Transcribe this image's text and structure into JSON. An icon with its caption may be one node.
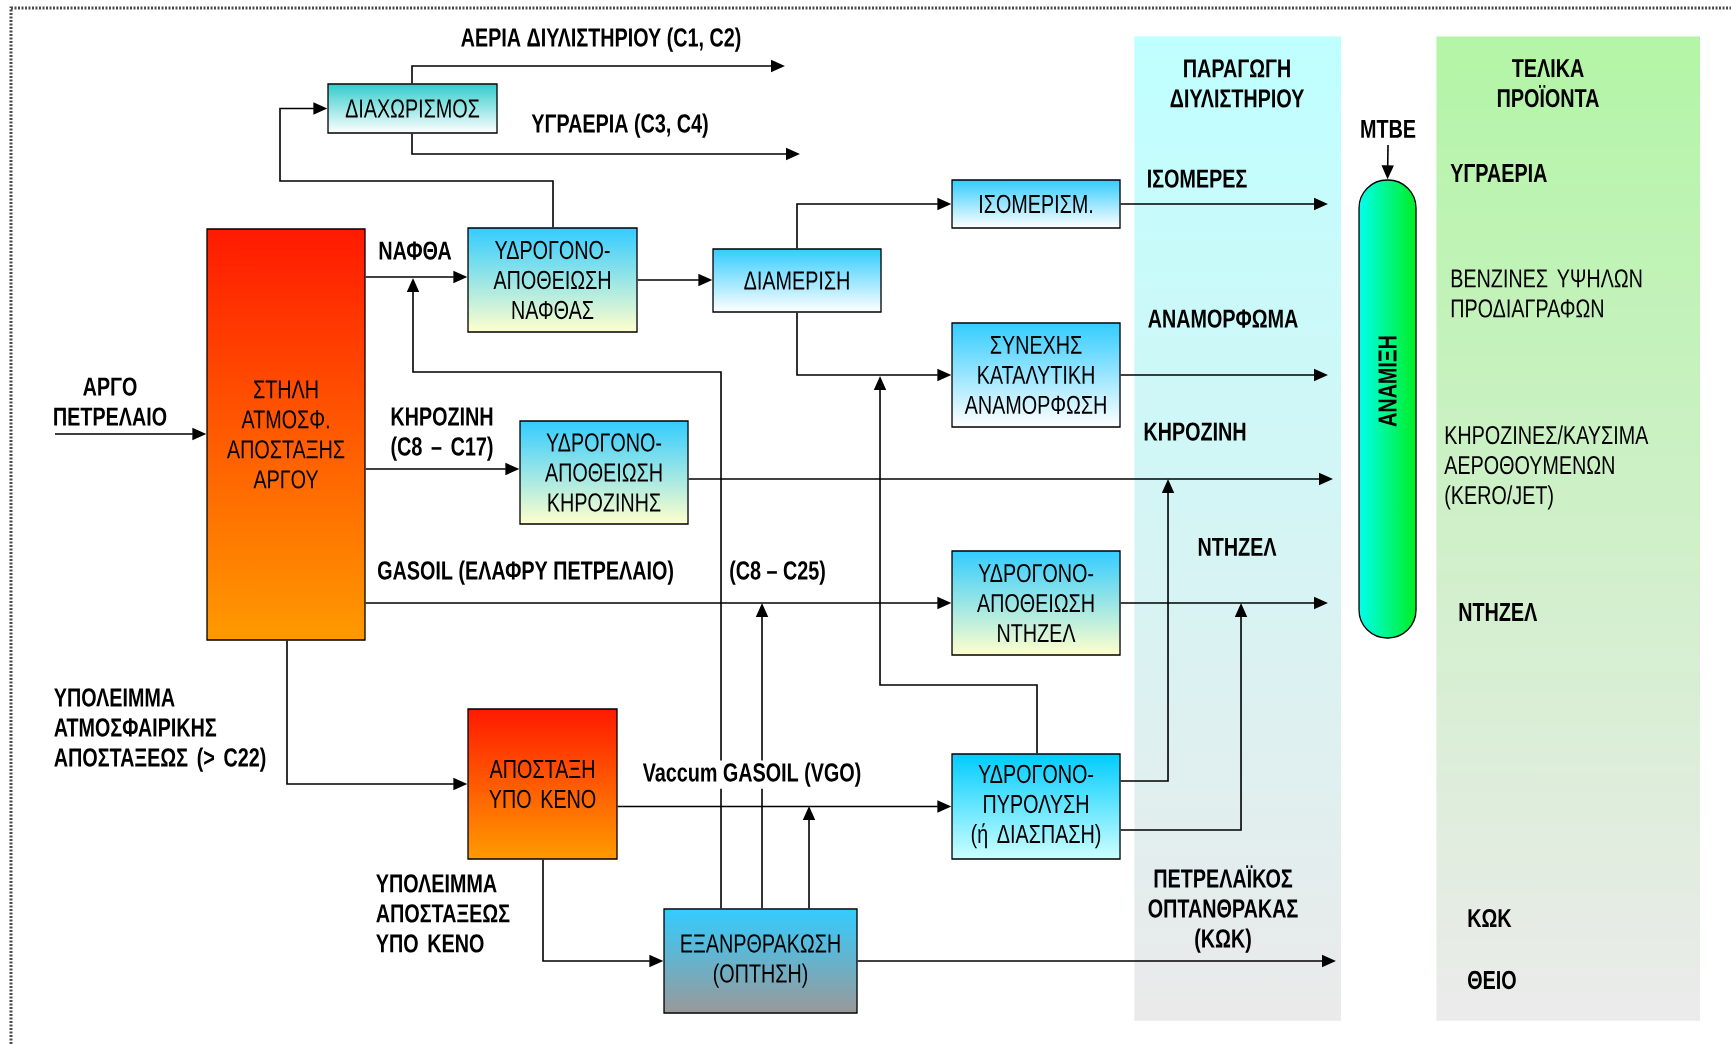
{
  "diagram": {
    "nodes": [
      {
        "text": [
          "ΔΙΑΧΩΡΙΣΜΟΣ"
        ]
      },
      {
        "text": [
          "ΣΤΗΛΗ ΑΤΜΟΣΦ. ΑΠΟΣΤΑΞΗΣ ΑΡΓΟΥ"
        ]
      },
      {
        "text": [
          "ΥΔΡΟΓΟΝΟ-ΑΠΟΘΕΙΩΣΗ ΝΑΦΘΑΣ"
        ]
      },
      {
        "text": [
          "ΔΙΑΜΕΡΙΣΗ"
        ]
      },
      {
        "text": [
          "ΙΣΟΜΕΡΙΣΜ."
        ]
      },
      {
        "text": [
          "ΣΥΝΕΧΗΣ ΚΑΤΑΛΥΤΙΚΗ ΑΝΑΜΟΡΦΩΣΗ"
        ]
      },
      {
        "text": [
          "ΥΔΡΟΓΟΝΟ-ΑΠΟΘΕΙΩΣΗ ΚΗΡΟΖΙΝΗΣ"
        ]
      },
      {
        "text": [
          "ΥΔΡΟΓΟΝΟ-ΑΠΟΘΕΙΩΣΗ ΝΤΗΖΕΛ"
        ]
      },
      {
        "text": [
          "ΑΠΟΣΤΑΞΗ ΥΠΟ ΚΕΝΟ"
        ]
      },
      {
        "text": [
          "ΥΔΡΟΓΟΝΟ-ΠΥΡΟΛΥΣΗ (ή ΔΙΑΣΠΑΣΗ)"
        ]
      },
      {
        "text": [
          "ΕΞΑΝΡΘΡΑΚΩΣΗ (ΟΠΤΗΣΗ)"
        ]
      },
      {
        "text": [
          "ΠΑΡΑΓΩΓΗ ΔΙΥΛΙΣΤΗΡΙΟΥ"
        ]
      },
      {
        "text": [
          "ΑΝΑΜΙΞΗ"
        ]
      },
      {
        "text": [
          "ΤΕΛΙΚΑ ΠΡΟΪΟΝΤΑ",
          "ΥΓΡΑΕΡΙΑ",
          "ΒΕΝΖΙΝΕΣ ΥΨΗΛΩΝ ΠΡΟΔΙΑΓΡΑΦΩΝ",
          "ΚΗΡΟΖΙΝΕΣ/ΚΑΥΣΙΜΑ ΑΕΡΟΘΟΥΜΕΝΩΝ (KERO/JET)",
          "ΝΤΗΖΕΛ",
          "ΚΩΚ",
          "ΘΕΙΟ"
        ]
      }
    ],
    "edges": [
      {
        "from": null,
        "to": 1,
        "arrow": "to",
        "label": "ΑΡΓΟ ΠΕΤΡΕΛΑΙΟ"
      },
      {
        "from": 1,
        "to": 2,
        "arrow": "to",
        "label": "ΝΑΦΘΑ"
      },
      {
        "from": 2,
        "to": 0,
        "arrow": "to"
      },
      {
        "from": 0,
        "to": null,
        "arrow": "to",
        "label": "ΑΕΡΙΑ ΔΙΥΛΙΣΤΗΡΙΟΥ (C1, C2)"
      },
      {
        "from": 0,
        "to": null,
        "arrow": "to",
        "label": "ΥΓΡΑΕΡΙΑ (C3, C4)"
      },
      {
        "from": 2,
        "to": 3,
        "arrow": "to"
      },
      {
        "from": 3,
        "to": 4,
        "arrow": "to"
      },
      {
        "from": 3,
        "to": 5,
        "arrow": "to"
      },
      {
        "from": 4,
        "to": null,
        "arrow": "to",
        "label": "ΙΣΟΜΕΡΕΣ"
      },
      {
        "from": 5,
        "to": null,
        "arrow": "to",
        "label": "ΑΝΑΜΟΡΦΩΜΑ"
      },
      {
        "from": 1,
        "to": 6,
        "arrow": "to",
        "label": "ΚΗΡΟΖΙΝΗ (C8 – C17)"
      },
      {
        "from": 6,
        "to": null,
        "arrow": "to",
        "label": "ΚΗΡΟΖΙΝΗ"
      },
      {
        "from": 1,
        "to": 7,
        "arrow": "to",
        "label": "GASOIL (ΕΛΑΦΡΥ ΠΕΤΡΕΛΑΙΟ)"
      },
      {
        "from": 7,
        "to": null,
        "arrow": "to",
        "label": "ΝΤΗΖΕΛ"
      },
      {
        "from": 1,
        "to": 8,
        "arrow": "to",
        "label": "ΥΠΟΛΕΙΜΜΑ ΑΤΜΟΣΦΑΙΡΙΚΗΣ ΑΠΟΣΤΑΞΕΩΣ (> C22)"
      },
      {
        "from": 8,
        "to": 9,
        "arrow": "to",
        "label": "Vaccum GASOIL (VGO)"
      },
      {
        "from": 8,
        "to": 10,
        "arrow": "to",
        "label": "ΥΠΟΛΕΙΜΜΑ ΑΠΟΣΤΑΞΕΩΣ ΥΠΟ ΚΕΝΟ"
      },
      {
        "from": 10,
        "to": null,
        "arrow": "to",
        "label": "ΠΕΤΡΕΛΑΪΚΟΣ ΟΠΤΑΝΘΡΑΚΑΣ (ΚΩΚ)"
      },
      {
        "from": null,
        "to": 12,
        "arrow": "to",
        "label": "ΜΤΒΕ"
      },
      {
        "from": 10,
        "to": null,
        "arrow": "to"
      },
      {
        "from": 10,
        "to": null,
        "arrow": "to"
      },
      {
        "from": 10,
        "to": null,
        "arrow": "to"
      },
      {
        "from": 9,
        "to": null,
        "arrow": "to"
      },
      {
        "from": 9,
        "to": null,
        "arrow": "to"
      },
      {
        "from": 9,
        "to": null,
        "arrow": "to"
      }
    ],
    "labels": [
      "(C8 – C25)"
    ]
  }
}
